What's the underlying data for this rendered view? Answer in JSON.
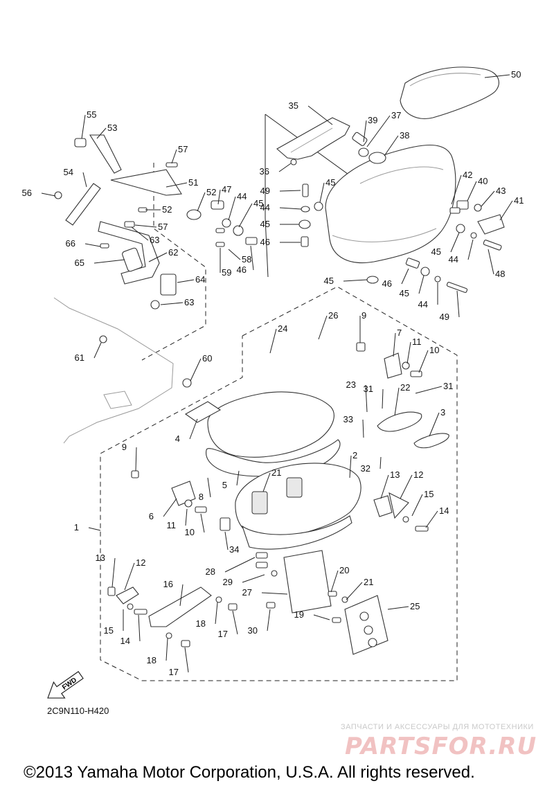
{
  "diagram": {
    "code": "2C9N110-H420",
    "copyright": "©2013 Yamaha Motor Corporation, U.S.A. All rights reserved.",
    "fwd_label": "FWD",
    "watermark": {
      "caption": "ЗАПЧАСТИ И АКСЕССУАРЫ ДЛЯ МОТОТЕХНИКИ",
      "logo": "PARTSFOR.RU"
    },
    "callouts": [
      {
        "id": "c50",
        "text": "50"
      },
      {
        "id": "c35",
        "text": "35"
      },
      {
        "id": "c37",
        "text": "37"
      },
      {
        "id": "c39",
        "text": "39"
      },
      {
        "id": "c38",
        "text": "38"
      },
      {
        "id": "c36",
        "text": "36"
      },
      {
        "id": "c49a",
        "text": "49"
      },
      {
        "id": "c45a",
        "text": "45"
      },
      {
        "id": "c44a",
        "text": "44"
      },
      {
        "id": "c45b",
        "text": "45"
      },
      {
        "id": "c46a",
        "text": "46"
      },
      {
        "id": "c42",
        "text": "42"
      },
      {
        "id": "c40",
        "text": "40"
      },
      {
        "id": "c43",
        "text": "43"
      },
      {
        "id": "c41",
        "text": "41"
      },
      {
        "id": "c45c",
        "text": "45"
      },
      {
        "id": "c44b",
        "text": "44"
      },
      {
        "id": "c48",
        "text": "48"
      },
      {
        "id": "c45d",
        "text": "45"
      },
      {
        "id": "c46b",
        "text": "46"
      },
      {
        "id": "c45e",
        "text": "45"
      },
      {
        "id": "c44c",
        "text": "44"
      },
      {
        "id": "c49b",
        "text": "49"
      },
      {
        "id": "c55",
        "text": "55"
      },
      {
        "id": "c53",
        "text": "53"
      },
      {
        "id": "c57a",
        "text": "57"
      },
      {
        "id": "c54",
        "text": "54"
      },
      {
        "id": "c51",
        "text": "51"
      },
      {
        "id": "c56",
        "text": "56"
      },
      {
        "id": "c52a",
        "text": "52"
      },
      {
        "id": "c47",
        "text": "47"
      },
      {
        "id": "c44d",
        "text": "44"
      },
      {
        "id": "c45f",
        "text": "45"
      },
      {
        "id": "c52b",
        "text": "52"
      },
      {
        "id": "c57b",
        "text": "57"
      },
      {
        "id": "c63a",
        "text": "63"
      },
      {
        "id": "c58",
        "text": "58"
      },
      {
        "id": "c46c",
        "text": "46"
      },
      {
        "id": "c59",
        "text": "59"
      },
      {
        "id": "c66",
        "text": "66"
      },
      {
        "id": "c62",
        "text": "62"
      },
      {
        "id": "c65",
        "text": "65"
      },
      {
        "id": "c64",
        "text": "64"
      },
      {
        "id": "c63b",
        "text": "63"
      },
      {
        "id": "c61",
        "text": "61"
      },
      {
        "id": "c60",
        "text": "60"
      },
      {
        "id": "c24",
        "text": "24"
      },
      {
        "id": "c26",
        "text": "26"
      },
      {
        "id": "c9a",
        "text": "9"
      },
      {
        "id": "c7a",
        "text": "7"
      },
      {
        "id": "c11a",
        "text": "11"
      },
      {
        "id": "c10a",
        "text": "10"
      },
      {
        "id": "c23",
        "text": "23"
      },
      {
        "id": "c31a",
        "text": "31"
      },
      {
        "id": "c22",
        "text": "22"
      },
      {
        "id": "c31b",
        "text": "31"
      },
      {
        "id": "c3",
        "text": "3"
      },
      {
        "id": "c4",
        "text": "4"
      },
      {
        "id": "c33",
        "text": "33"
      },
      {
        "id": "c9b",
        "text": "9"
      },
      {
        "id": "c2",
        "text": "2"
      },
      {
        "id": "c32",
        "text": "32"
      },
      {
        "id": "c21a",
        "text": "21"
      },
      {
        "id": "c5",
        "text": "5"
      },
      {
        "id": "c8",
        "text": "8"
      },
      {
        "id": "c13a",
        "text": "13"
      },
      {
        "id": "c12a",
        "text": "12"
      },
      {
        "id": "c6",
        "text": "6"
      },
      {
        "id": "c15a",
        "text": "15"
      },
      {
        "id": "c11b",
        "text": "11"
      },
      {
        "id": "c10b",
        "text": "10"
      },
      {
        "id": "c14a",
        "text": "14"
      },
      {
        "id": "c1",
        "text": "1"
      },
      {
        "id": "c34",
        "text": "34"
      },
      {
        "id": "c28",
        "text": "28"
      },
      {
        "id": "c29",
        "text": "29"
      },
      {
        "id": "c20",
        "text": "20"
      },
      {
        "id": "c21b",
        "text": "21"
      },
      {
        "id": "c13b",
        "text": "13"
      },
      {
        "id": "c12b",
        "text": "12"
      },
      {
        "id": "c16",
        "text": "16"
      },
      {
        "id": "c27",
        "text": "27"
      },
      {
        "id": "c25",
        "text": "25"
      },
      {
        "id": "c18a",
        "text": "18"
      },
      {
        "id": "c17a",
        "text": "17"
      },
      {
        "id": "c15b",
        "text": "15"
      },
      {
        "id": "c14b",
        "text": "14"
      },
      {
        "id": "c30",
        "text": "30"
      },
      {
        "id": "c19",
        "text": "19"
      },
      {
        "id": "c18b",
        "text": "18"
      },
      {
        "id": "c17b",
        "text": "17"
      }
    ]
  }
}
